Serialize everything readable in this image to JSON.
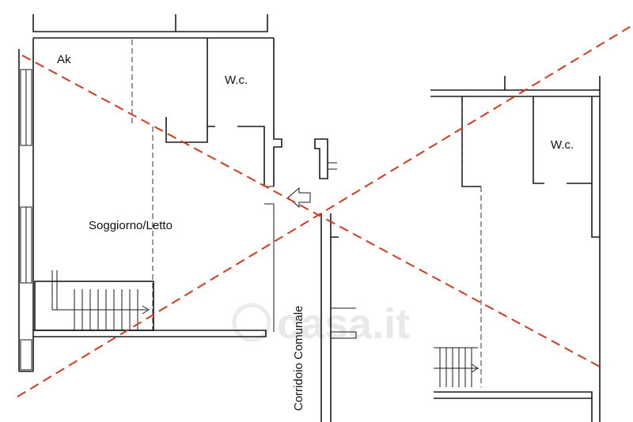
{
  "labels": {
    "ak": "Ak",
    "wc_left": "W.c.",
    "wc_right": "W.c.",
    "living": "Soggiorno/Letto",
    "corridor": "Corridoio Comunale"
  },
  "watermark": "casa.it",
  "colors": {
    "wall": "#1a1a1a",
    "cross": "#d23a1e",
    "watermark": "#e9e9e9"
  }
}
